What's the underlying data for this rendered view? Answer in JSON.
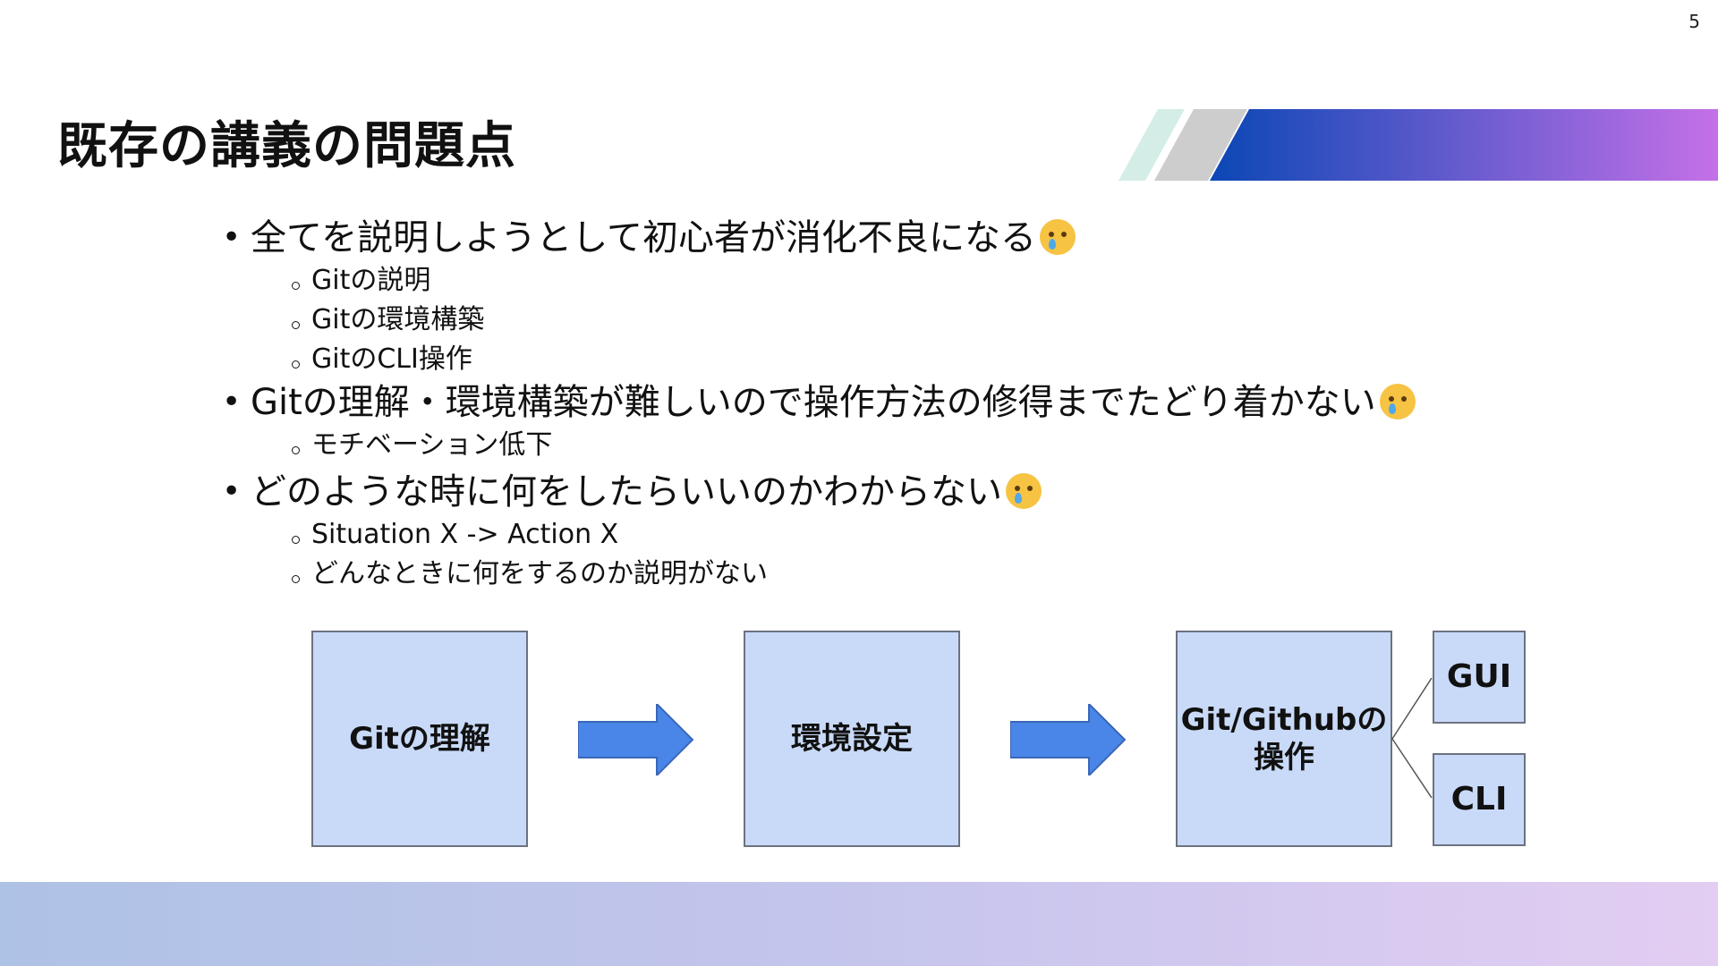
{
  "slide": {
    "number": "5",
    "title": "既存の講義の問題点"
  },
  "bullets": [
    {
      "text": "全てを説明しようとして初心者が消化不良になる",
      "emoji": "crying-face-icon",
      "children": [
        "Gitの説明",
        "Gitの環境構築",
        "GitのCLI操作"
      ]
    },
    {
      "text": "Gitの理解・環境構築が難しいので操作方法の修得までたどり着かない",
      "emoji": "crying-face-icon",
      "children": [
        "モチベーション低下"
      ]
    },
    {
      "text": "どのような時に何をしたらいいのかわからない",
      "emoji": "crying-face-icon",
      "children": [
        "Situation X -> Action X",
        "どんなときに何をするのか説明がない"
      ]
    }
  ],
  "flow": {
    "step1": "Gitの理解",
    "step2": "環境設定",
    "step3_line1": "Git/Githubの",
    "step3_line2": "操作",
    "option1": "GUI",
    "option2": "CLI"
  },
  "colors": {
    "box_fill": "#c9daf8",
    "arrow_fill": "#4a86e8",
    "banner_start": "#0b47b5",
    "banner_end": "#c570e8"
  }
}
